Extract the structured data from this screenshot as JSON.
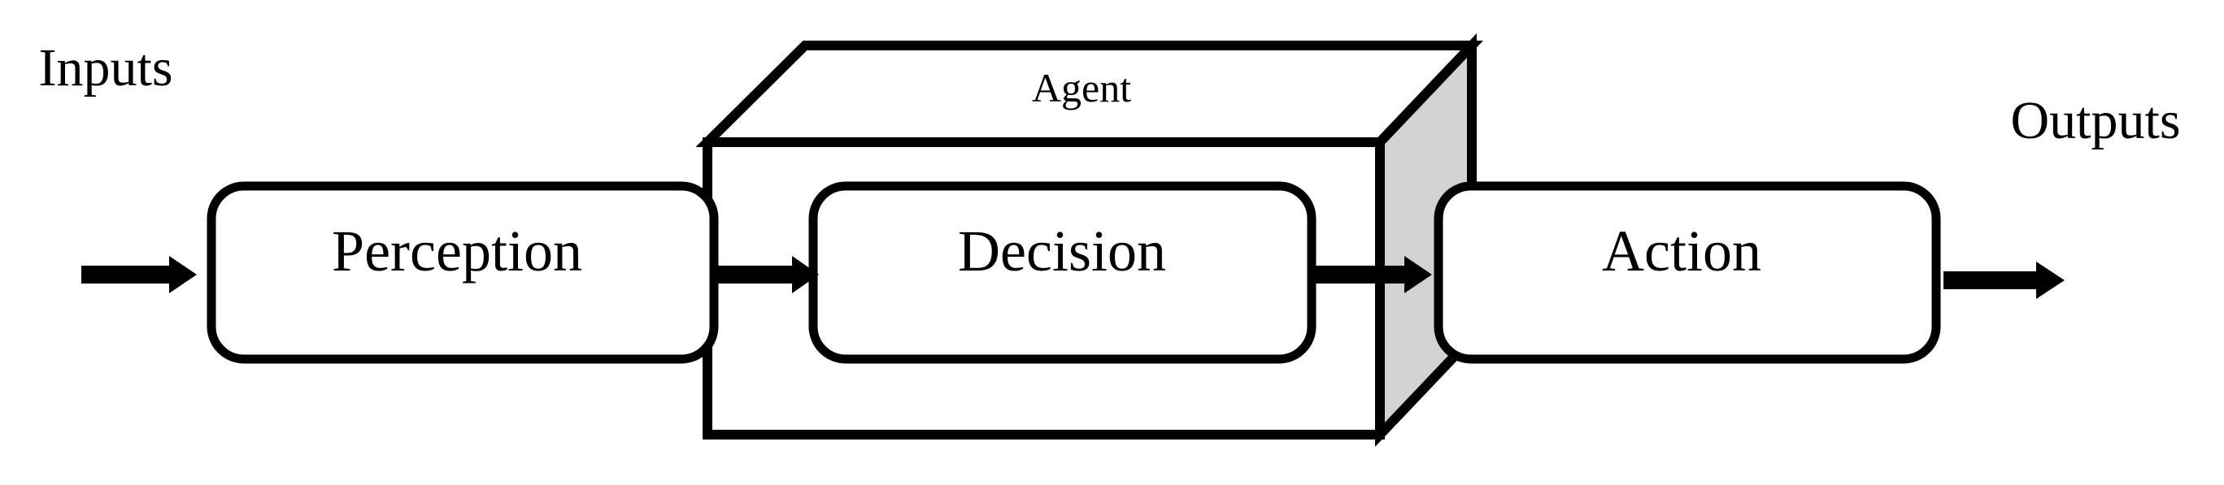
{
  "diagram": {
    "type": "agent-flow-diagram",
    "colors": {
      "background": "#ffffff",
      "line": "#000000",
      "text": "#000000",
      "node_fill": "#ffffff",
      "agent_side_face": "#d2d2d2",
      "agent_top_face": "#ffffff"
    },
    "external_labels": {
      "input": "Inputs",
      "output": "Outputs"
    },
    "container": {
      "label": "Agent"
    },
    "nodes": [
      {
        "id": "perception",
        "label": "Perception"
      },
      {
        "id": "decision",
        "label": "Decision"
      },
      {
        "id": "action",
        "label": "Action"
      }
    ],
    "edges": [
      {
        "from": "inputs",
        "to": "perception"
      },
      {
        "from": "perception",
        "to": "decision"
      },
      {
        "from": "decision",
        "to": "action"
      },
      {
        "from": "action",
        "to": "outputs"
      }
    ]
  }
}
